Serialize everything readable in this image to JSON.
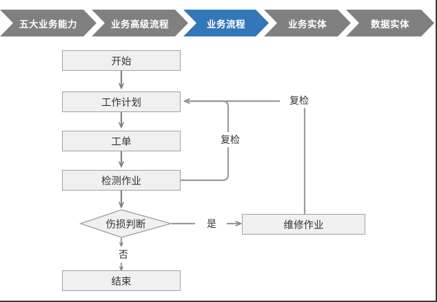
{
  "ribbon": {
    "steps": [
      {
        "label": "五大业务能力",
        "state": "inactive"
      },
      {
        "label": "业务高级流程",
        "state": "inactive"
      },
      {
        "label": "业务流程",
        "state": "active"
      },
      {
        "label": "业务实体",
        "state": "inactive"
      },
      {
        "label": "数据实体",
        "state": "inactive"
      }
    ],
    "active_color": "#3477b8",
    "inactive_color": "#808080",
    "text_color": "#ffffff"
  },
  "flowchart": {
    "type": "flowchart",
    "node_fill": "#f0f0f0",
    "node_border": "#a0a0a0",
    "connector_color": "#808080",
    "nodes": [
      {
        "id": "start",
        "shape": "process",
        "label": "开始"
      },
      {
        "id": "plan",
        "shape": "process",
        "label": "工作计划"
      },
      {
        "id": "order",
        "shape": "process",
        "label": "工单"
      },
      {
        "id": "inspect",
        "shape": "process",
        "label": "检测作业"
      },
      {
        "id": "judge",
        "shape": "decision",
        "label": "伤损判断"
      },
      {
        "id": "repair",
        "shape": "process",
        "label": "维修作业"
      },
      {
        "id": "end",
        "shape": "process",
        "label": "结束"
      }
    ],
    "edge_labels": {
      "inspect_to_plan": "复检",
      "repair_to_plan": "复检",
      "judge_yes": "是",
      "judge_no": "否"
    }
  }
}
